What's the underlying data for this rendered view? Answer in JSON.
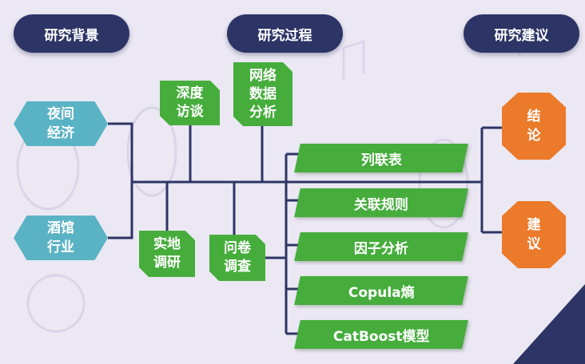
{
  "colors": {
    "navy": "#2d3566",
    "teal": "#5ab3c4",
    "green": "#46ad3c",
    "orange": "#eb7a2a",
    "background": "#ebe8f3"
  },
  "headers": {
    "background": "研究背景",
    "process": "研究过程",
    "suggestion": "研究建议"
  },
  "background_items": [
    {
      "line1": "夜间",
      "line2": "经济"
    },
    {
      "line1": "酒馆",
      "line2": "行业"
    }
  ],
  "data_sources": {
    "interview": {
      "line1": "深度",
      "line2": "访谈"
    },
    "web": {
      "line1": "网络",
      "line2": "数据",
      "line3": "分析"
    },
    "survey": {
      "line1": "实地",
      "line2": "调研"
    },
    "questionnaire": {
      "line1": "问卷",
      "line2": "调查"
    }
  },
  "methods": [
    "列联表",
    "关联规则",
    "因子分析",
    "Copula熵",
    "CatBoost模型"
  ],
  "outcomes": [
    {
      "line1": "结",
      "line2": "论"
    },
    {
      "line1": "建",
      "line2": "议"
    }
  ]
}
